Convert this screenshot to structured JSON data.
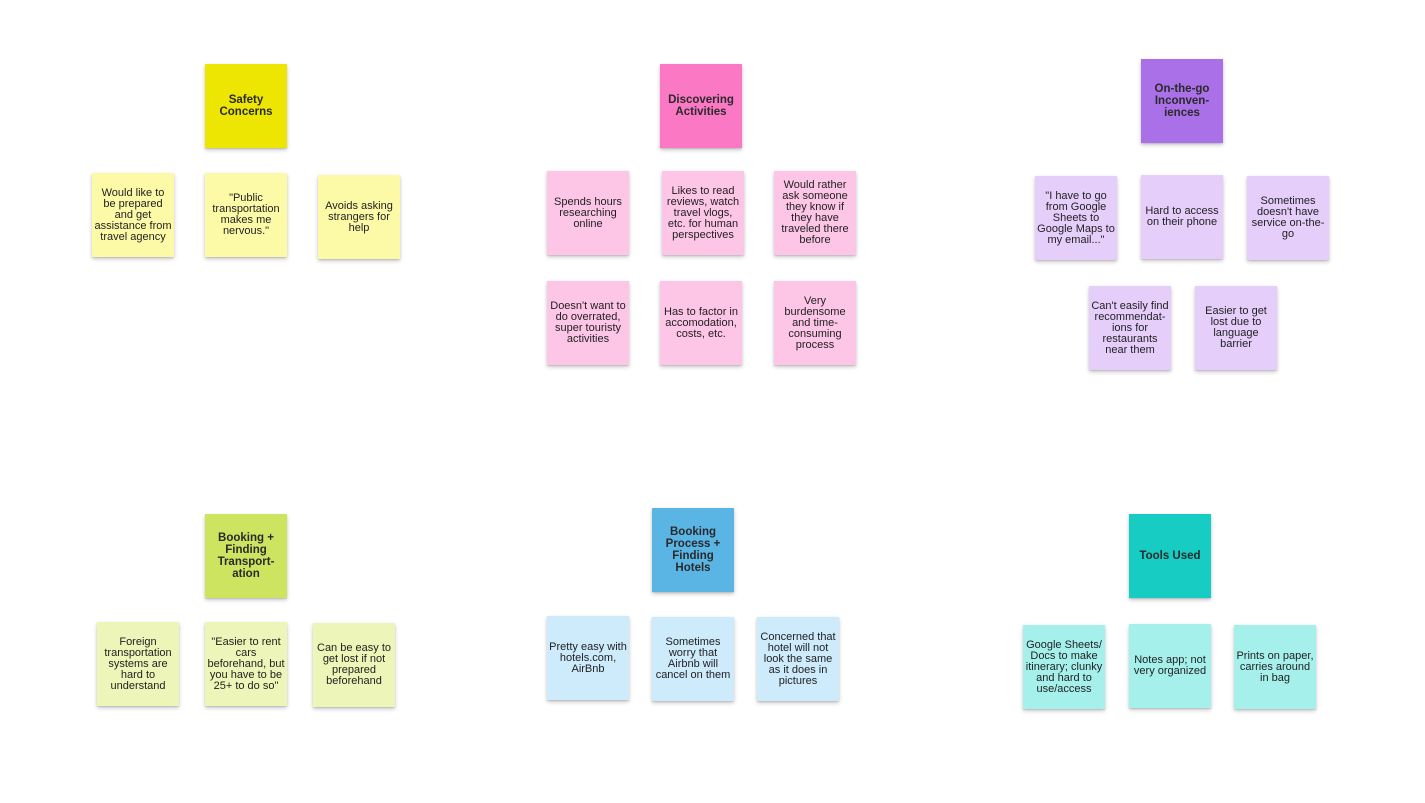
{
  "colors": {
    "safety_header": "#ede602",
    "safety_note": "#fcfaa7",
    "activities_header": "#fa78c4",
    "activities_note": "#fdc5e6",
    "onthego_header": "#a970e8",
    "onthego_note": "#e6cefb",
    "transport_header": "#cde460",
    "transport_note": "#edf6b8",
    "hotels_header": "#5ab5e5",
    "hotels_note": "#cdebfb",
    "tools_header": "#16ccc3",
    "tools_note": "#a6f0ec"
  },
  "clusters": [
    {
      "id": "safety",
      "header": "Safety Concerns",
      "notes": [
        "Would like to be prepared and get assistance from travel agency",
        "\"Public transportation makes me nervous.\"",
        "Avoids asking strangers for help"
      ]
    },
    {
      "id": "activities",
      "header": "Discovering Activities",
      "notes": [
        "Spends hours researching online",
        "Likes to read reviews, watch travel vlogs, etc. for human perspectives",
        "Would rather ask someone they know if they have traveled there before",
        "Doesn't want to do overrated, super touristy activities",
        "Has to factor in accomodation, costs, etc.",
        "Very burdensome and time-consuming process"
      ]
    },
    {
      "id": "onthego",
      "header": "On-the-go Inconven-iences",
      "notes": [
        "\"I have to go from Google Sheets to Google Maps to my email...\"",
        "Hard to access on their phone",
        "Sometimes doesn't have service on-the-go",
        "Can't easily find recommendat-ions for restaurants near them",
        "Easier to get lost due to language barrier"
      ]
    },
    {
      "id": "transport",
      "header": "Booking + Finding Transport-ation",
      "notes": [
        "Foreign transportation systems are hard to understand",
        "\"Easier to rent cars beforehand, but you have to be 25+ to do so\"",
        "Can be easy to get lost if not prepared beforehand"
      ]
    },
    {
      "id": "hotels",
      "header": "Booking Process + Finding Hotels",
      "notes": [
        "Pretty easy with hotels.com, AirBnb",
        "Sometimes worry that Airbnb will cancel on them",
        "Concerned that hotel will not look the same as it does in pictures"
      ]
    },
    {
      "id": "tools",
      "header": "Tools Used",
      "notes": [
        "Google Sheets/ Docs to make itinerary; clunky and hard to use/access",
        "Notes app; not very organized",
        "Prints on paper, carries around in bag"
      ]
    }
  ]
}
